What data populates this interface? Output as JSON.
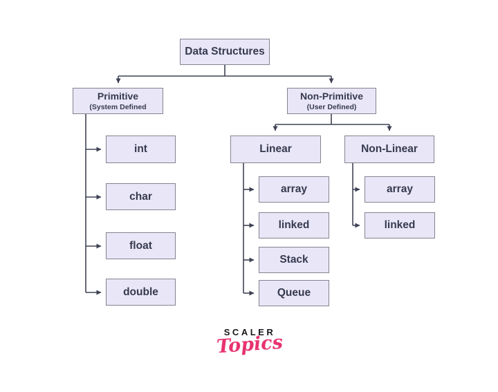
{
  "diagram": {
    "root": {
      "label": "Data Structures"
    },
    "primitive": {
      "label": "Primitive",
      "sublabel": "(System Defined"
    },
    "non_primitive": {
      "label": "Non-Primitive",
      "sublabel": "(User Defined)"
    },
    "primitive_children": [
      {
        "label": "int"
      },
      {
        "label": "char"
      },
      {
        "label": "float"
      },
      {
        "label": "double"
      }
    ],
    "linear": {
      "label": "Linear"
    },
    "non_linear": {
      "label": "Non-Linear"
    },
    "linear_children": [
      {
        "label": "array"
      },
      {
        "label": "linked"
      },
      {
        "label": "Stack"
      },
      {
        "label": "Queue"
      }
    ],
    "non_linear_children": [
      {
        "label": "array"
      },
      {
        "label": "linked"
      }
    ]
  },
  "logo": {
    "brand": "SCALER",
    "wordmark": "Topics"
  },
  "colors": {
    "box_fill": "#e9e6f7",
    "box_border": "#83838f",
    "connector": "#3f4254",
    "text": "#363a4e",
    "logo_pink": "#e8336f",
    "logo_black": "#17171b",
    "background": "#ffffff"
  }
}
